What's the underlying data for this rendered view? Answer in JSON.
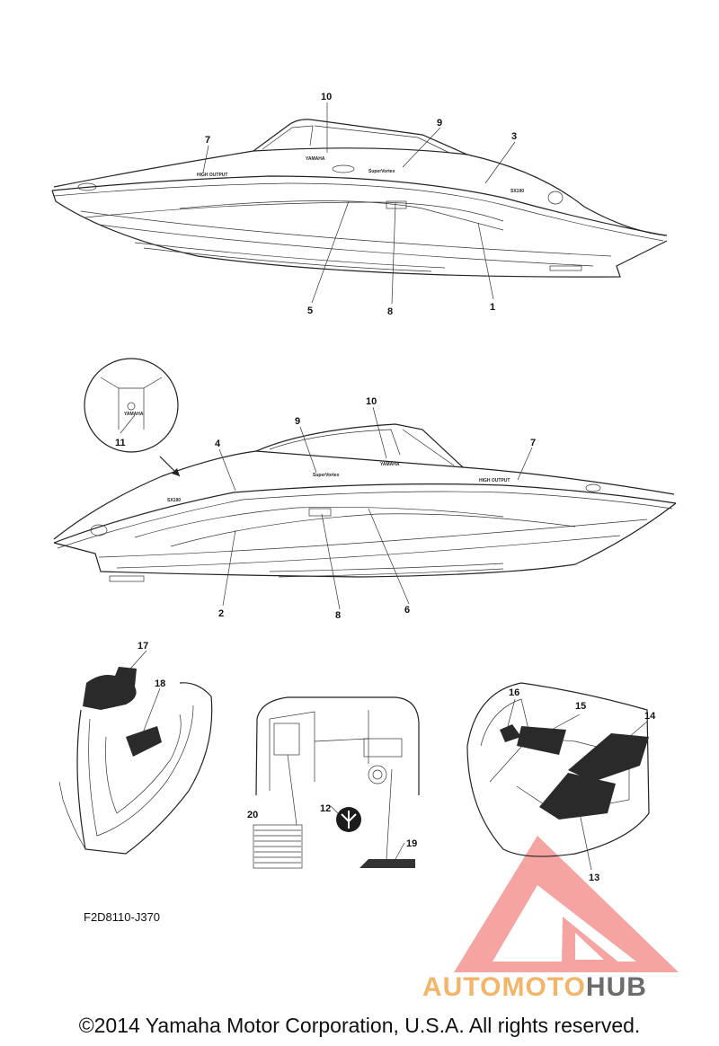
{
  "diagram": {
    "callouts": [
      "1",
      "2",
      "3",
      "4",
      "5",
      "6",
      "7",
      "8",
      "9",
      "10",
      "11",
      "12",
      "13",
      "14",
      "15",
      "16",
      "17",
      "18",
      "19",
      "20"
    ],
    "decal_texts": {
      "brand": "YAMAHA",
      "high_output": "HIGH OUTPUT",
      "model": "SX190",
      "supercharged": "SuperVortex"
    },
    "diagram_code": "F2D8110-J370"
  },
  "watermark": {
    "part1": "AUTO",
    "part2": "MOTO",
    "part3": "HUB",
    "color_main": "#f3b56a",
    "color_dark": "#6c6c6c"
  },
  "footer": {
    "copyright": "©2014 Yamaha Motor Corporation, U.S.A. All rights reserved."
  }
}
